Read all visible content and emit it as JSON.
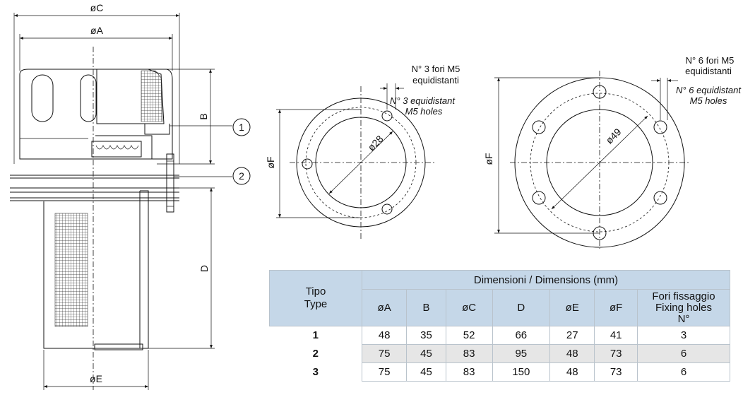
{
  "side_view": {
    "dim_labels": {
      "oC": "øC",
      "oA": "øA",
      "B": "B",
      "D": "D",
      "oE": "øE"
    },
    "callouts": [
      "1",
      "2"
    ]
  },
  "flange_3": {
    "label_it": [
      "N° 3 fori M5",
      "equidistanti"
    ],
    "label_en": [
      "N° 3 equidistant",
      "M5 holes"
    ],
    "pcd": "ø28",
    "dia_label": "øF"
  },
  "flange_6": {
    "label_it": [
      "N° 6 fori M5",
      "equidistanti"
    ],
    "label_en": [
      "N° 6 equidistant",
      "M5 holes"
    ],
    "pcd": "ø49",
    "dia_label": "øF"
  },
  "table": {
    "type_header": [
      "Tipo",
      "Type"
    ],
    "group_header": "Dimensioni / Dimensions (mm)",
    "columns": [
      "øA",
      "B",
      "øC",
      "D",
      "øE",
      "øF"
    ],
    "holes_header": [
      "Fori fissaggio",
      "Fixing holes",
      "N°"
    ],
    "rows": [
      {
        "type": "1",
        "values": [
          "48",
          "35",
          "52",
          "66",
          "27",
          "41",
          "3"
        ]
      },
      {
        "type": "2",
        "values": [
          "75",
          "45",
          "83",
          "95",
          "48",
          "73",
          "6"
        ]
      },
      {
        "type": "3",
        "values": [
          "75",
          "45",
          "83",
          "150",
          "48",
          "73",
          "6"
        ]
      }
    ]
  }
}
